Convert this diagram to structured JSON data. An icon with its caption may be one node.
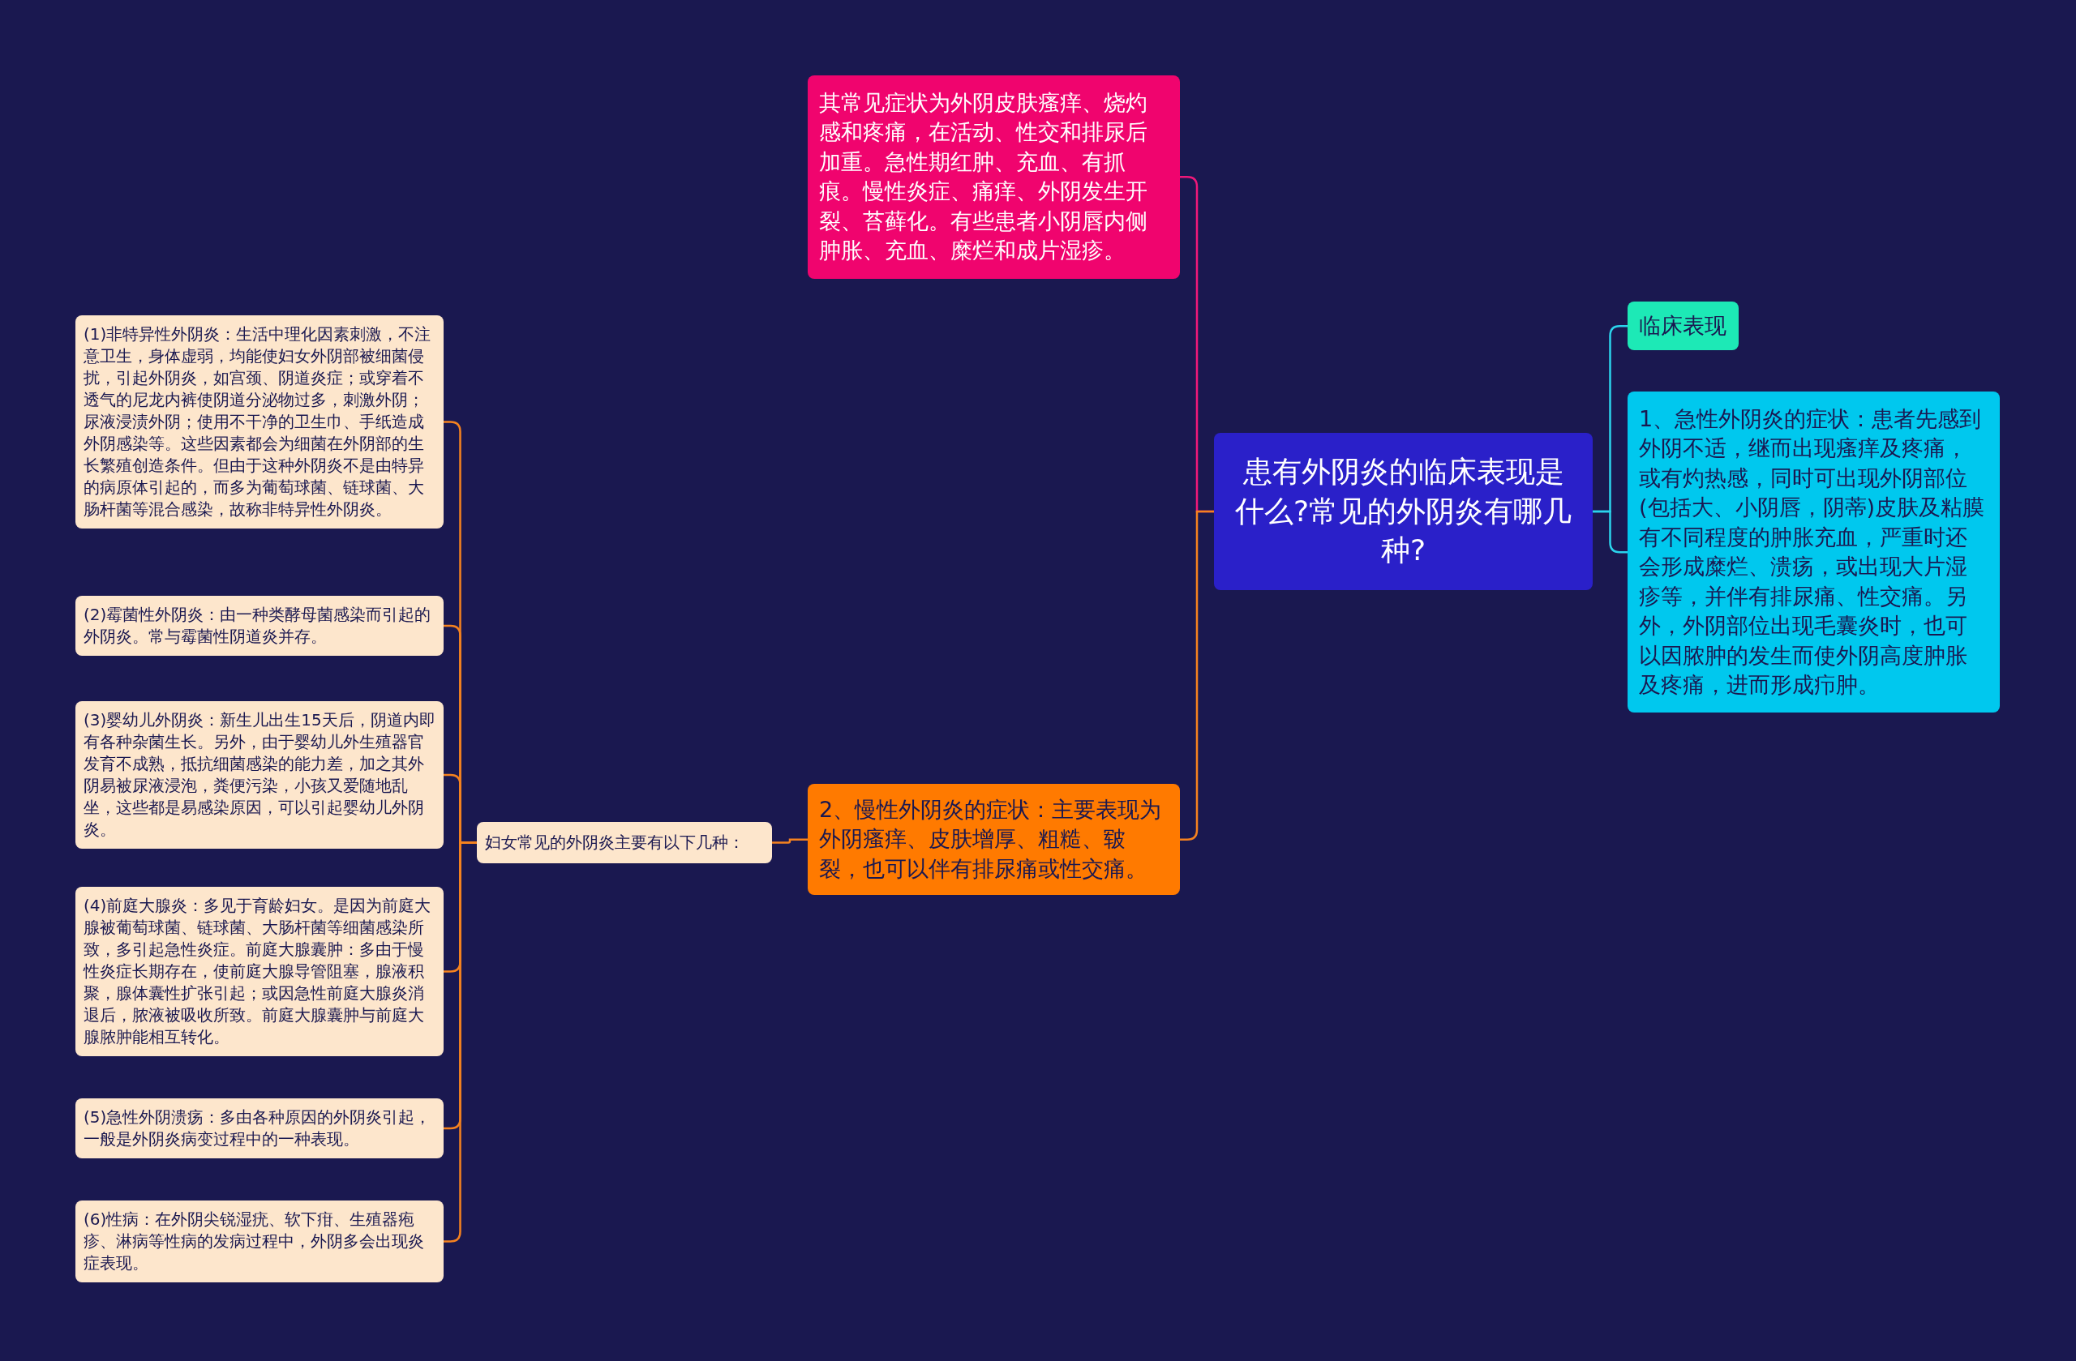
{
  "diagram": {
    "nodes": [
      {
        "text": [
          "患有外阴炎的临床表现是什么?常见的外阴炎有哪几种?"
        ]
      },
      {
        "text": [
          "临床表现"
        ]
      },
      {
        "text": [
          "1、急性外阴炎的症状：患者先感到外阴不适，继而出现瘙痒及疼痛，或有灼热感，同时可出现外阴部位(包括大、小阴唇，阴蒂)皮肤及粘膜有不同程度的肿胀充血，严重时还会形成糜烂、溃疡，或出现大片湿疹等，并伴有排尿痛、性交痛。另外，外阴部位出现毛囊炎时，也可以因脓肿的发生而使外阴高度肿胀及疼痛，进而形成疖肿。"
        ]
      },
      {
        "text": [
          "其常见症状为外阴皮肤瘙痒、烧灼感和疼痛，在活动、性交和排尿后加重。急性期红肿、充血、有抓痕。慢性炎症、痛痒、外阴发生开裂、苔藓化。有些患者小阴唇内侧肿胀、充血、糜烂和成片湿疹。"
        ]
      },
      {
        "text": [
          "2、慢性外阴炎的症状：主要表现为外阴瘙痒、皮肤增厚、粗糙、皲裂，也可以伴有排尿痛或性交痛。"
        ]
      },
      {
        "text": [
          "妇女常见的外阴炎主要有以下几种："
        ]
      },
      {
        "text": [
          "(1)非特异性外阴炎：生活中理化因素刺激，不注意卫生，身体虚弱，均能使妇女外阴部被细菌侵扰，引起外阴炎，如宫颈、阴道炎症；或穿着不透气的尼龙内裤使阴道分泌物过多，刺激外阴；尿液浸渍外阴；使用不干净的卫生巾、手纸造成外阴感染等。这些因素都会为细菌在外阴部的生长繁殖创造条件。但由于这种外阴炎不是由特异的病原体引起的，而多为葡萄球菌、链球菌、大肠杆菌等混合感染，故称非特异性外阴炎。"
        ]
      },
      {
        "text": [
          "(2)霉菌性外阴炎：由一种类酵母菌感染而引起的外阴炎。常与霉菌性阴道炎并存。"
        ]
      },
      {
        "text": [
          "(3)婴幼儿外阴炎：新生儿出生15天后，阴道内即有各种杂菌生长。另外，由于婴幼儿外生殖器官发育不成熟，抵抗细菌感染的能力差，加之其外阴易被尿液浸泡，粪便污染，小孩又爱随地乱坐，这些都是易感染原因，可以引起婴幼儿外阴炎。"
        ]
      },
      {
        "text": [
          "(4)前庭大腺炎：多见于育龄妇女。是因为前庭大腺被葡萄球菌、链球菌、大肠杆菌等细菌感染所致，多引起急性炎症。前庭大腺囊肿：多由于慢性炎症长期存在，使前庭大腺导管阻塞，腺液积聚，腺体囊性扩张引起；或因急性前庭大腺炎消退后，脓液被吸收所致。前庭大腺囊肿与前庭大腺脓肿能相互转化。"
        ]
      },
      {
        "text": [
          "(5)急性外阴溃疡：多由各种原因的外阴炎引起，一般是外阴炎病变过程中的一种表现。"
        ]
      },
      {
        "text": [
          "(6)性病：在外阴尖锐湿疣、软下疳、生殖器疱疹、淋病等性病的发病过程中，外阴多会出现炎症表现。"
        ]
      }
    ],
    "edges": [
      {
        "from": 0,
        "to": 1,
        "arrow": "none",
        "color": "#2bd3ec"
      },
      {
        "from": 0,
        "to": 2,
        "arrow": "none",
        "color": "#2bd3ec"
      },
      {
        "from": 0,
        "to": 3,
        "arrow": "none",
        "color": "#f0187a"
      },
      {
        "from": 0,
        "to": 4,
        "arrow": "none"
      },
      {
        "from": 4,
        "to": 5,
        "arrow": "none"
      },
      {
        "from": 5,
        "to": 6,
        "arrow": "none"
      },
      {
        "from": 5,
        "to": 7,
        "arrow": "none"
      },
      {
        "from": 5,
        "to": 8,
        "arrow": "none"
      },
      {
        "from": 5,
        "to": 9,
        "arrow": "none"
      },
      {
        "from": 5,
        "to": 10,
        "arrow": "none"
      },
      {
        "from": 5,
        "to": 11,
        "arrow": "none"
      }
    ]
  }
}
